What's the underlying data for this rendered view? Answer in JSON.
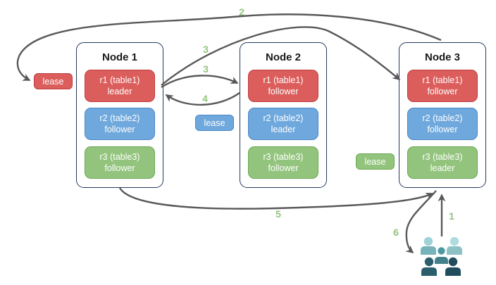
{
  "diagram": {
    "nodes": [
      {
        "title": "Node 1",
        "replicas": [
          {
            "line1": "r1 (table1)",
            "line2": "leader",
            "color": "red"
          },
          {
            "line1": "r2 (table2)",
            "line2": "follower",
            "color": "blue"
          },
          {
            "line1": "r3 (table3)",
            "line2": "follower",
            "color": "green"
          }
        ]
      },
      {
        "title": "Node 2",
        "replicas": [
          {
            "line1": "r1 (table1)",
            "line2": "follower",
            "color": "red"
          },
          {
            "line1": "r2 (table2)",
            "line2": "leader",
            "color": "blue"
          },
          {
            "line1": "r3 (table3)",
            "line2": "follower",
            "color": "green"
          }
        ]
      },
      {
        "title": "Node 3",
        "replicas": [
          {
            "line1": "r1 (table1)",
            "line2": "follower",
            "color": "red"
          },
          {
            "line1": "r2 (table2)",
            "line2": "follower",
            "color": "blue"
          },
          {
            "line1": "r3 (table3)",
            "line2": "leader",
            "color": "green"
          }
        ]
      }
    ],
    "leases": [
      {
        "label": "lease",
        "color": "red"
      },
      {
        "label": "lease",
        "color": "blue"
      },
      {
        "label": "lease",
        "color": "green"
      }
    ],
    "step_labels": [
      "1",
      "2",
      "3",
      "3",
      "4",
      "5",
      "6"
    ],
    "icons": {
      "users": "users-group-icon"
    }
  },
  "colors": {
    "red_fill": "#DB5E5C",
    "red_border": "#C03B3B",
    "blue_fill": "#6FA8DC",
    "blue_border": "#4A86C8",
    "green_fill": "#93C47D",
    "green_border": "#69A84F",
    "node_border": "#23395D",
    "arrow": "#595959",
    "step_label_green": "#93C47D",
    "users_light_teal": "#9FD3D7",
    "users_mid_teal": "#4D99A3",
    "users_dark_teal": "#1F4D5E"
  }
}
